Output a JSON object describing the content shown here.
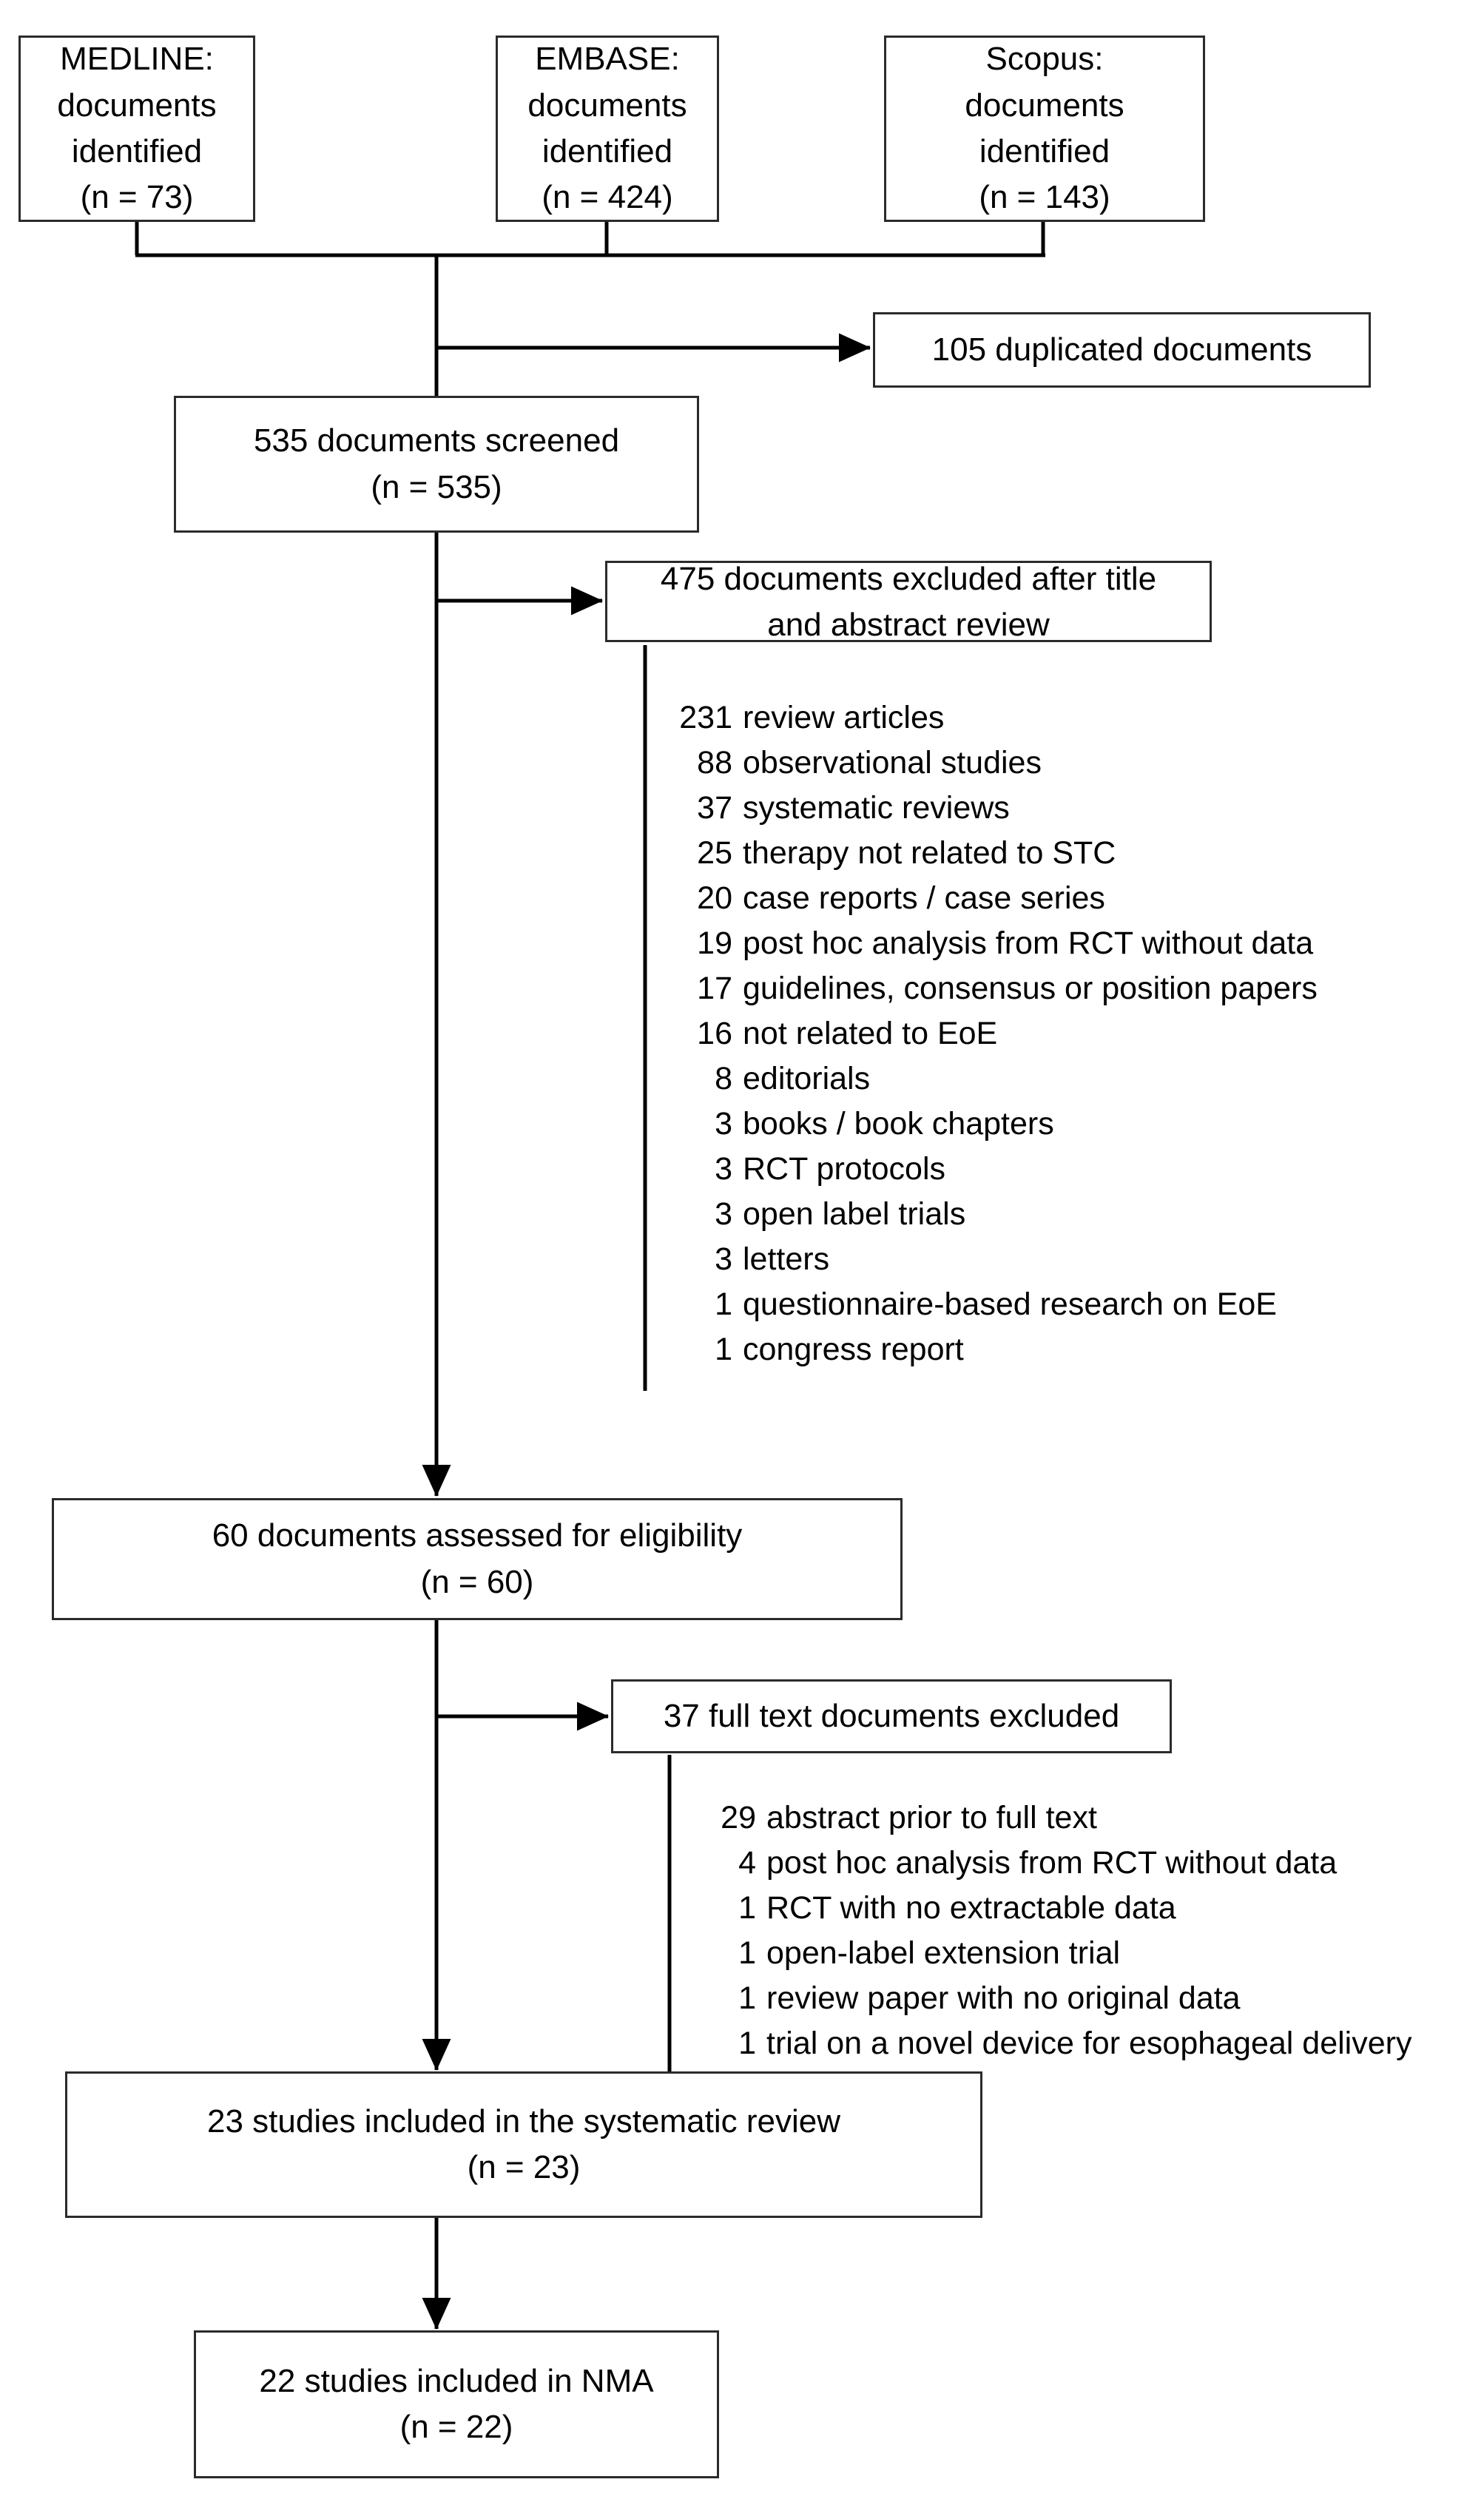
{
  "diagram": {
    "title": "PRISMA study selection flow diagram",
    "type": "flowchart",
    "background_color": "#ffffff",
    "border_color": "#2b2b2b",
    "text_color": "#000000"
  },
  "sources": [
    {
      "name": "medline",
      "line1": "MEDLINE:",
      "line2": "documents",
      "line3": "identified",
      "line4": "(n = 73)",
      "count": 73
    },
    {
      "name": "embase",
      "line1": "EMBASE:",
      "line2": "documents",
      "line3": "identified",
      "line4": "(n = 424)",
      "count": 424
    },
    {
      "name": "scopus",
      "line1": "Scopus:",
      "line2": "documents",
      "line3": "identified",
      "line4": "(n = 143)",
      "count": 143
    }
  ],
  "duplicates_box": {
    "label": "105 duplicated documents",
    "count": 105
  },
  "screened_box": {
    "line1": "535 documents screened",
    "line2": "(n = 535)",
    "count": 535
  },
  "excluded_title_abstract_box": {
    "line1": "475 documents excluded after title",
    "line2": "and abstract review",
    "count": 475
  },
  "excluded_title_abstract_reasons": [
    {
      "count": "231",
      "label": "review articles"
    },
    {
      "count": "88",
      "label": "observational studies"
    },
    {
      "count": "37",
      "label": "systematic reviews"
    },
    {
      "count": "25",
      "label": "therapy not related to STC"
    },
    {
      "count": "20",
      "label": "case reports / case series"
    },
    {
      "count": "19",
      "label": "post hoc analysis from RCT without data"
    },
    {
      "count": "17",
      "label": "guidelines, consensus or position papers"
    },
    {
      "count": "16",
      "label": "not related to EoE"
    },
    {
      "count": "8",
      "label": "editorials"
    },
    {
      "count": "3",
      "label": "books / book chapters"
    },
    {
      "count": "3",
      "label": "RCT protocols"
    },
    {
      "count": "3",
      "label": "open label trials"
    },
    {
      "count": "3",
      "label": "letters"
    },
    {
      "count": "1",
      "label": "questionnaire-based research on EoE"
    },
    {
      "count": "1",
      "label": "congress report"
    }
  ],
  "eligibility_box": {
    "line1": "60 documents assessed for eligibility",
    "line2": "(n = 60)",
    "count": 60
  },
  "excluded_fulltext_box": {
    "label": "37 full text documents excluded",
    "count": 37
  },
  "excluded_fulltext_reasons": [
    {
      "count": "29",
      "label": "abstract prior to full text"
    },
    {
      "count": "4",
      "label": "post hoc analysis from RCT without data"
    },
    {
      "count": "1",
      "label": "RCT with no extractable data"
    },
    {
      "count": "1",
      "label": "open-label extension trial"
    },
    {
      "count": "1",
      "label": "review paper with no original data"
    },
    {
      "count": "1",
      "label": "trial on a novel device for esophageal delivery"
    }
  ],
  "systematic_review_box": {
    "line1": "23 studies included in the systematic review",
    "line2": "(n = 23)",
    "count": 23
  },
  "nma_box": {
    "line1": "22 studies included in NMA",
    "line2": "(n = 22)",
    "count": 22
  }
}
